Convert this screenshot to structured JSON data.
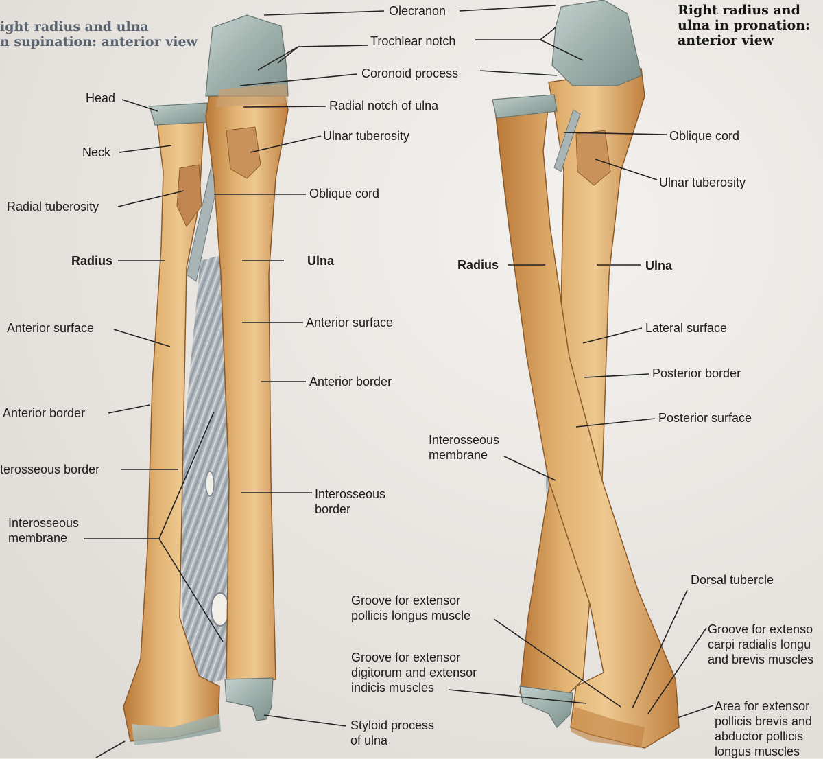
{
  "titles": {
    "left": [
      "ight radius and ulna",
      "n supination: anterior view"
    ],
    "right": [
      "Right radius and",
      "ulna in pronation:",
      "anterior view"
    ]
  },
  "left_labels": {
    "head": "Head",
    "neck": "Neck",
    "radial_tuberosity": "Radial tuberosity",
    "radius": "Radius",
    "anterior_surface": "Anterior surface",
    "anterior_border": "Anterior border",
    "interosseous_border": "terosseous border",
    "interosseous_membrane": [
      "Interosseous",
      "membrane"
    ]
  },
  "center_labels": {
    "olecranon": "Olecranon",
    "trochlear_notch": "Trochlear notch",
    "coronoid_process": "Coronoid process",
    "radial_notch": "Radial notch of ulna",
    "ulnar_tuberosity": "Ulnar tuberosity",
    "oblique_cord": "Oblique cord",
    "ulna": "Ulna",
    "anterior_surface": "Anterior surface",
    "anterior_border": "Anterior border",
    "interosseous_border": [
      "Interosseous",
      "border"
    ],
    "groove_epl": [
      "Groove for extensor",
      "pollicis longus muscle"
    ],
    "groove_edi": [
      "Groove for extensor",
      "digitorum and extensor",
      "indicis muscles"
    ],
    "styloid": [
      "Styloid process",
      "of ulna"
    ]
  },
  "right_labels": {
    "oblique_cord": "Oblique cord",
    "ulnar_tuberosity": "Ulnar tuberosity",
    "radius": "Radius",
    "ulna": "Ulna",
    "lateral_surface": "Lateral surface",
    "posterior_border": "Posterior border",
    "posterior_surface": "Posterior surface",
    "interosseous_membrane": [
      "Interosseous",
      "membrane"
    ],
    "dorsal_tubercle": "Dorsal tubercle",
    "groove_ecr": [
      "Groove for extenso",
      "carpi radialis longu",
      "and brevis muscles"
    ],
    "area_epb": [
      "Area for extensor",
      "pollicis brevis and",
      "abductor pollicis",
      "longus muscles"
    ]
  },
  "colors": {
    "bone": "#d9a35f",
    "bone_dark": "#b97838",
    "bone_light": "#ecc48a",
    "cartilage": "#9fb0ad",
    "membrane": "#a9b2b8",
    "line": "#222222"
  }
}
